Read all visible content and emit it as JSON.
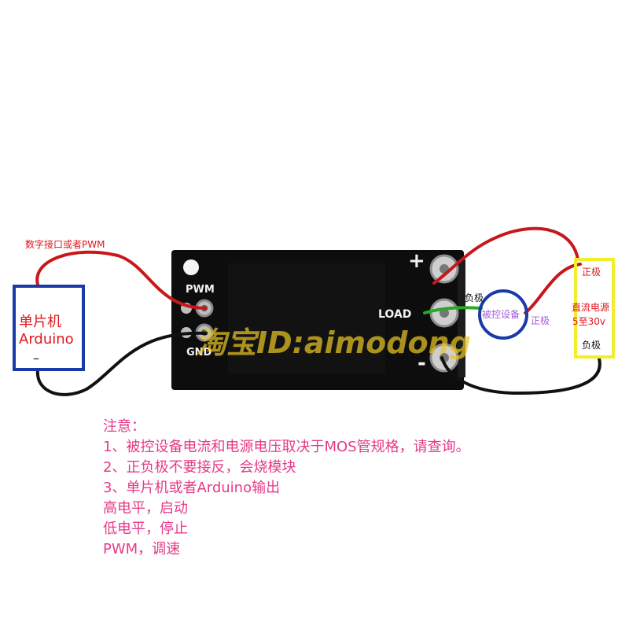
{
  "top_label": "数字接口或者PWM",
  "mcu": {
    "line1": "单片机",
    "line2": "Arduino",
    "minus": "–"
  },
  "board": {
    "pwm": "PWM",
    "gnd": "GND",
    "load": "LOAD",
    "plus": "+",
    "minus": "-"
  },
  "device": {
    "label": "被控设备",
    "neg": "负极",
    "pos": "正极"
  },
  "psu": {
    "pos": "正极",
    "title": "直流电源",
    "range": "5至30v",
    "neg": "负极"
  },
  "watermark": "淘宝ID:aimodong",
  "notes": [
    "注意：",
    "1、被控设备电流和电源电压取决于MOS管规格，请查询。",
    "2、正负极不要接反，会烧模块",
    "3、单片机或者Arduino输出",
    "高电平，启动",
    "低电平，停止",
    "PWM，调速"
  ],
  "colors": {
    "wire_red": "#c8171b",
    "wire_black": "#111111",
    "wire_green": "#2aa82a",
    "mcu_border": "#1a3aa8",
    "psu_border": "#f2ee2a",
    "device_circle": "#1a3aa8",
    "notes_text": "#e63a87",
    "pcb": "#0d0d0d"
  }
}
